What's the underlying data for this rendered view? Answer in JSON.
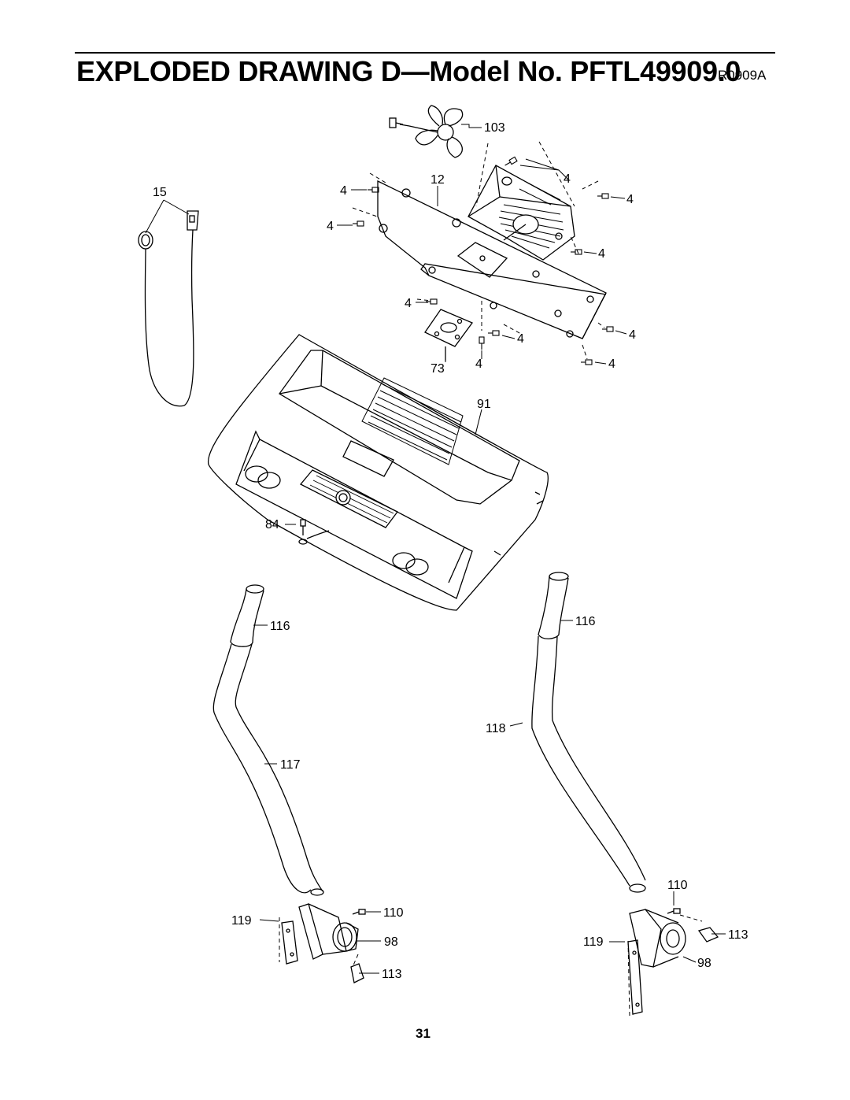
{
  "header": {
    "title": "EXPLODED DRAWING D—Model No. PFTL49909.0",
    "drawing_code": "R0909A"
  },
  "footer": {
    "page_number": "31"
  },
  "callouts": {
    "c103": "103",
    "c12": "12",
    "c15": "15",
    "c4a": "4",
    "c4b": "4",
    "c4c": "4",
    "c4d": "4",
    "c4e": "4",
    "c4f": "4",
    "c4g": "4",
    "c4h": "4",
    "c4i": "4",
    "c4j": "4",
    "c73": "73",
    "c91": "91",
    "c84": "84",
    "c116l": "116",
    "c116r": "116",
    "c117": "117",
    "c118": "118",
    "c110l": "110",
    "c110r": "110",
    "c119l": "119",
    "c119r": "119",
    "c98l": "98",
    "c98r": "98",
    "c113l": "113",
    "c113r": "113"
  }
}
